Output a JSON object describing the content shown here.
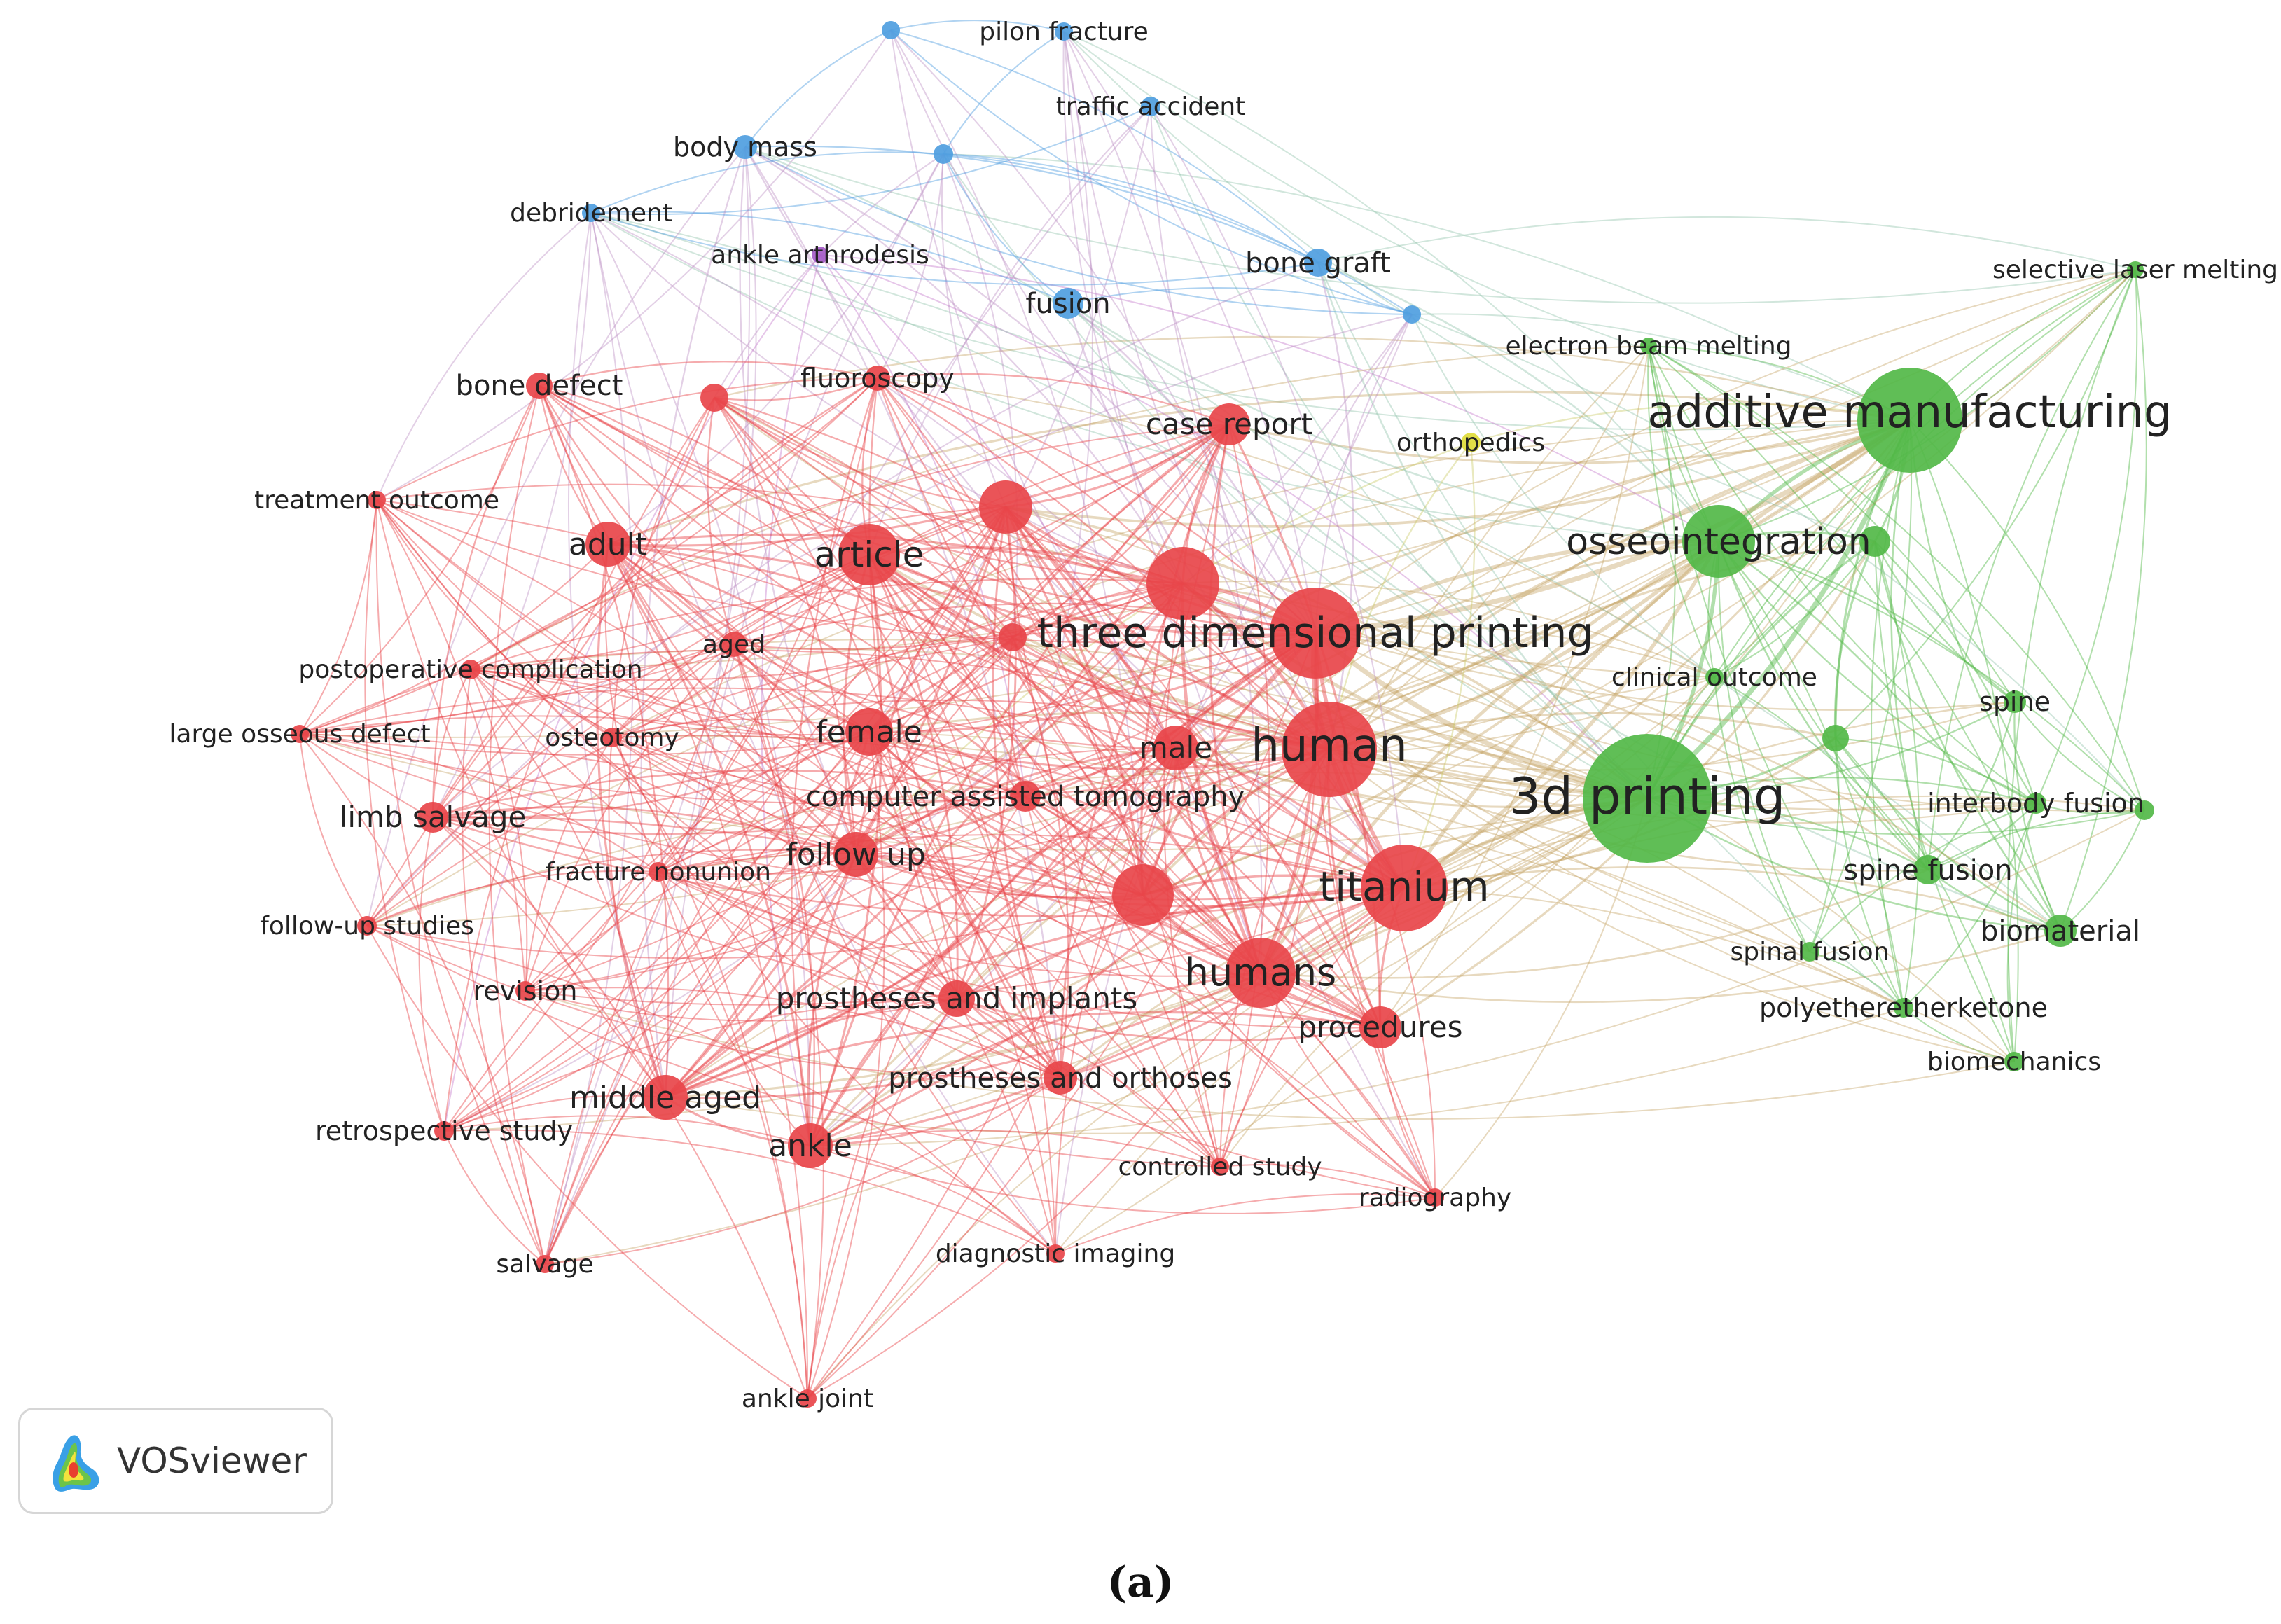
{
  "colors": {
    "cluster_red": "#e8454a",
    "cluster_green": "#52b848",
    "cluster_blue": "#4f9ee0",
    "cluster_yellow": "#e0dc3a",
    "cluster_purple": "#a65cc8"
  },
  "badge": {
    "icon": "vosviewer-logo-icon",
    "label": "VOSviewer"
  },
  "caption": "(a)",
  "nodes": [
    {
      "id": "additive manufacturing",
      "label": "additive manufacturing",
      "cluster": "green",
      "weight": 10
    },
    {
      "id": "3d printing",
      "label": "3d printing",
      "cluster": "green",
      "weight": 13
    },
    {
      "id": "osseointegration",
      "label": "osseointegration",
      "cluster": "green",
      "weight": 7
    },
    {
      "id": "g_unlabeled_1",
      "label": "",
      "cluster": "green",
      "weight": 3
    },
    {
      "id": "g_unlabeled_2",
      "label": "",
      "cluster": "green",
      "weight": 3
    },
    {
      "id": "selective laser melting",
      "label": "selective laser melting",
      "cluster": "green",
      "weight": 1
    },
    {
      "id": "electron beam melting",
      "label": "electron beam melting",
      "cluster": "green",
      "weight": 1
    },
    {
      "id": "clinical outcome",
      "label": "clinical outcome",
      "cluster": "green",
      "weight": 1
    },
    {
      "id": "spine",
      "label": "spine",
      "cluster": "green",
      "weight": 1.5
    },
    {
      "id": "interbody fusion",
      "label": "interbody fusion",
      "cluster": "green",
      "weight": 1.5
    },
    {
      "id": "g_unlabeled_3",
      "label": "",
      "cluster": "green",
      "weight": 1
    },
    {
      "id": "spine fusion",
      "label": "spine fusion",
      "cluster": "green",
      "weight": 2
    },
    {
      "id": "biomaterial",
      "label": "biomaterial",
      "cluster": "green",
      "weight": 2
    },
    {
      "id": "spinal fusion",
      "label": "spinal fusion",
      "cluster": "green",
      "weight": 1
    },
    {
      "id": "polyetheretherketone",
      "label": "polyetheretherketone",
      "cluster": "green",
      "weight": 1
    },
    {
      "id": "biomechanics",
      "label": "biomechanics",
      "cluster": "green",
      "weight": 1
    },
    {
      "id": "orthopedics",
      "label": "orthopedics",
      "cluster": "yellow",
      "weight": 1.5
    },
    {
      "id": "b_unlabeled_1",
      "label": "",
      "cluster": "blue",
      "weight": 1
    },
    {
      "id": "pilon fracture",
      "label": "pilon fracture",
      "cluster": "blue",
      "weight": 1
    },
    {
      "id": "traffic accident",
      "label": "traffic accident",
      "cluster": "blue",
      "weight": 1
    },
    {
      "id": "body mass",
      "label": "body mass",
      "cluster": "blue",
      "weight": 1.5
    },
    {
      "id": "b_unlabeled_2",
      "label": "",
      "cluster": "blue",
      "weight": 1
    },
    {
      "id": "debridement",
      "label": "debridement",
      "cluster": "blue",
      "weight": 1
    },
    {
      "id": "bone graft",
      "label": "bone graft",
      "cluster": "blue",
      "weight": 2
    },
    {
      "id": "fusion",
      "label": "fusion",
      "cluster": "blue",
      "weight": 2
    },
    {
      "id": "b_unlabeled_3",
      "label": "",
      "cluster": "blue",
      "weight": 1
    },
    {
      "id": "ankle arthrodesis",
      "label": "ankle arthrodesis",
      "cluster": "purple",
      "weight": 1
    },
    {
      "id": "human",
      "label": "human",
      "cluster": "red",
      "weight": 10
    },
    {
      "id": "three dimensional printing",
      "label": "three dimensional printing",
      "cluster": "red",
      "weight": 10
    },
    {
      "id": "titanium",
      "label": "titanium",
      "cluster": "red",
      "weight": 7
    },
    {
      "id": "humans",
      "label": "humans",
      "cluster": "red",
      "weight": 6
    },
    {
      "id": "r_unlabeled_1",
      "label": "",
      "cluster": "red",
      "weight": 6
    },
    {
      "id": "r_unlabeled_2",
      "label": "",
      "cluster": "red",
      "weight": 4
    },
    {
      "id": "r_unlabeled_3",
      "label": "",
      "cluster": "red",
      "weight": 4
    },
    {
      "id": "article",
      "label": "article",
      "cluster": "red",
      "weight": 4
    },
    {
      "id": "case report",
      "label": "case report",
      "cluster": "red",
      "weight": 3
    },
    {
      "id": "adult",
      "label": "adult",
      "cluster": "red",
      "weight": 3
    },
    {
      "id": "female",
      "label": "female",
      "cluster": "red",
      "weight": 3
    },
    {
      "id": "male",
      "label": "male",
      "cluster": "red",
      "weight": 3
    },
    {
      "id": "follow up",
      "label": "follow up",
      "cluster": "red",
      "weight": 3
    },
    {
      "id": "prostheses and implants",
      "label": "prostheses and implants",
      "cluster": "red",
      "weight": 2.5
    },
    {
      "id": "prostheses and orthoses",
      "label": "prostheses and orthoses",
      "cluster": "red",
      "weight": 2.5
    },
    {
      "id": "middle aged",
      "label": "middle aged",
      "cluster": "red",
      "weight": 3
    },
    {
      "id": "ankle",
      "label": "ankle",
      "cluster": "red",
      "weight": 3
    },
    {
      "id": "procedures",
      "label": "procedures",
      "cluster": "red",
      "weight": 3
    },
    {
      "id": "computer assisted tomography",
      "label": "computer assisted tomography",
      "cluster": "red",
      "weight": 2
    },
    {
      "id": "bone defect",
      "label": "bone defect",
      "cluster": "red",
      "weight": 1.5
    },
    {
      "id": "fluoroscopy",
      "label": "fluoroscopy",
      "cluster": "red",
      "weight": 1.5
    },
    {
      "id": "r_unlabeled_4",
      "label": "",
      "cluster": "red",
      "weight": 1.5
    },
    {
      "id": "treatment outcome",
      "label": "treatment outcome",
      "cluster": "red",
      "weight": 1
    },
    {
      "id": "aged",
      "label": "aged",
      "cluster": "red",
      "weight": 1.5
    },
    {
      "id": "r_unlabeled_5",
      "label": "",
      "cluster": "red",
      "weight": 1.5
    },
    {
      "id": "postoperative complication",
      "label": "postoperative complication",
      "cluster": "red",
      "weight": 1
    },
    {
      "id": "large osseous defect",
      "label": "large osseous defect",
      "cluster": "red",
      "weight": 1
    },
    {
      "id": "osteotomy",
      "label": "osteotomy",
      "cluster": "red",
      "weight": 1
    },
    {
      "id": "limb salvage",
      "label": "limb salvage",
      "cluster": "red",
      "weight": 2
    },
    {
      "id": "fracture nonunion",
      "label": "fracture nonunion",
      "cluster": "red",
      "weight": 1
    },
    {
      "id": "follow-up studies",
      "label": "follow-up studies",
      "cluster": "red",
      "weight": 1
    },
    {
      "id": "revision",
      "label": "revision",
      "cluster": "red",
      "weight": 1
    },
    {
      "id": "retrospective study",
      "label": "retrospective study",
      "cluster": "red",
      "weight": 1
    },
    {
      "id": "controlled study",
      "label": "controlled study",
      "cluster": "red",
      "weight": 1
    },
    {
      "id": "radiography",
      "label": "radiography",
      "cluster": "red",
      "weight": 1
    },
    {
      "id": "diagnostic imaging",
      "label": "diagnostic imaging",
      "cluster": "red",
      "weight": 1
    },
    {
      "id": "salvage",
      "label": "salvage",
      "cluster": "red",
      "weight": 1
    },
    {
      "id": "ankle joint",
      "label": "ankle joint",
      "cluster": "red",
      "weight": 1
    }
  ]
}
